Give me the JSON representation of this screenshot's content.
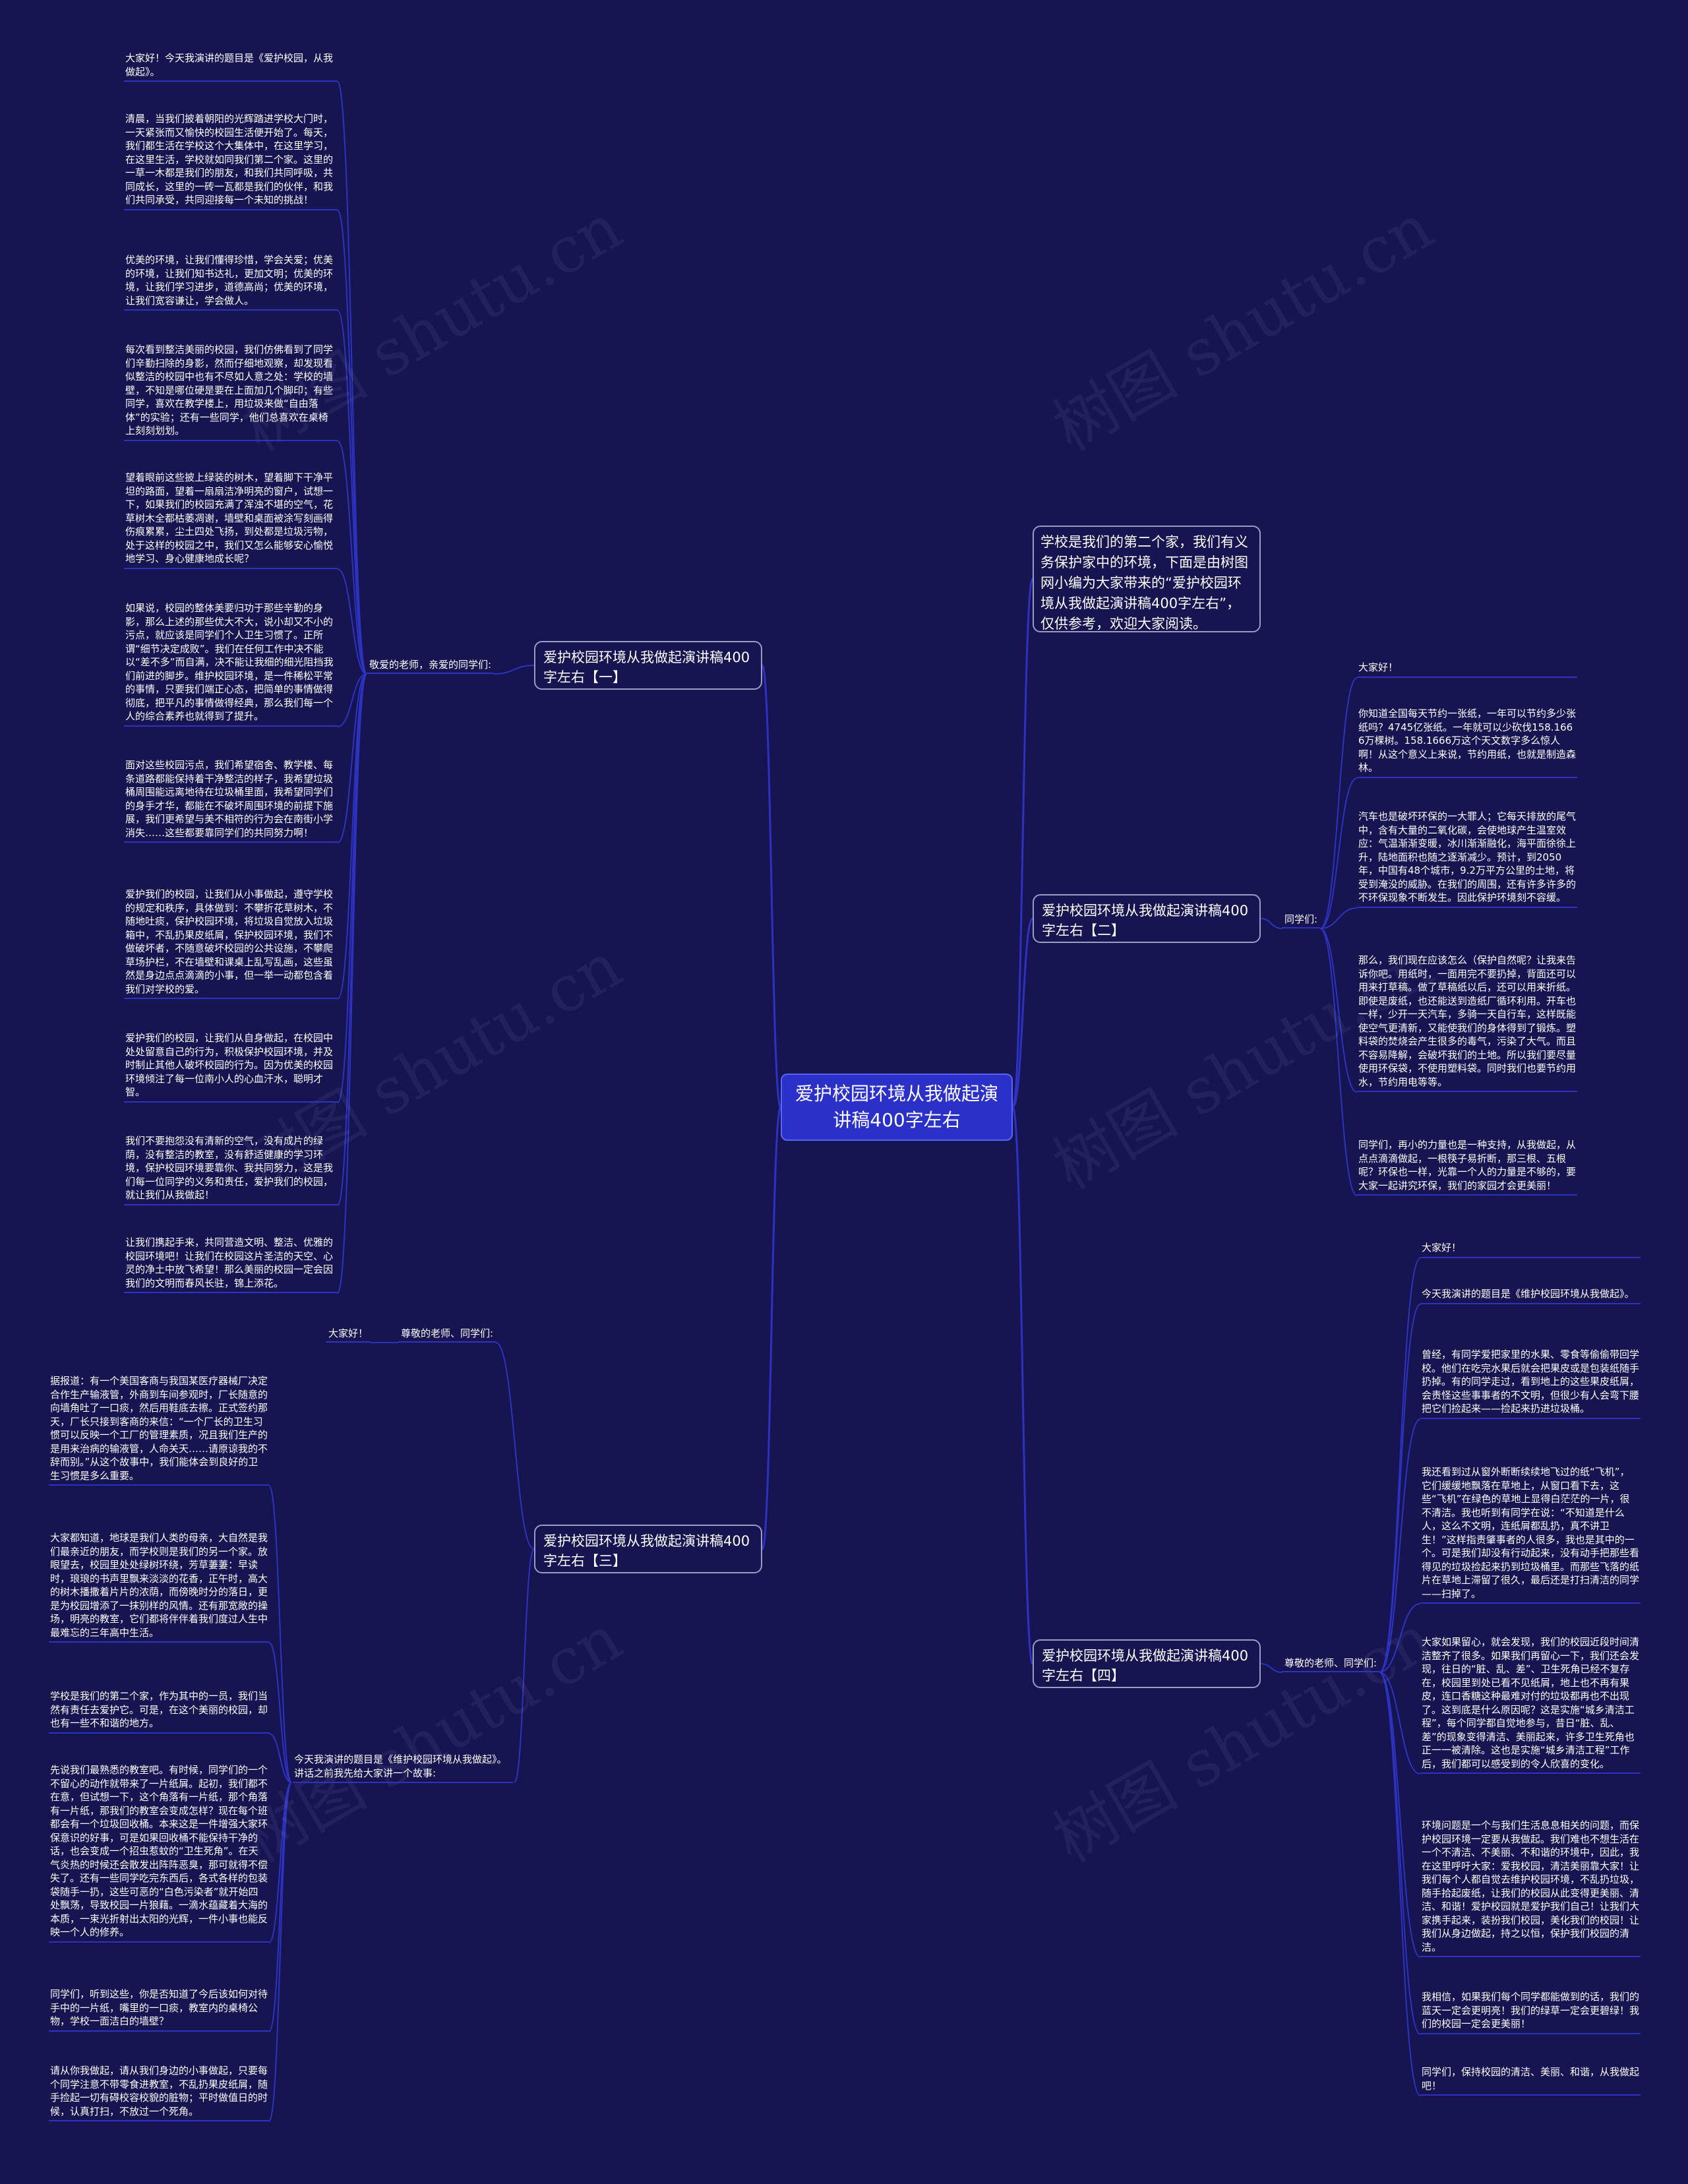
{
  "root": "爱护校园环境从我做起演讲稿400字左右",
  "intro": "学校是我们的第二个家，我们有义务保护家中的环境，下面是由树图网小编为大家带来的“爱护校园环境从我做起演讲稿400字左右”，仅供参考，欢迎大家阅读。",
  "watermark": "树图 shutu.cn",
  "branch1": {
    "title": "爱护校园环境从我做起演讲稿400字左右【一】",
    "label": "敬爱的老师，亲爱的同学们:",
    "leaves": [
      "大家好！今天我演讲的题目是《爱护校园，从我做起》。",
      "清晨，当我们披着朝阳的光辉踏进学校大门时，一天紧张而又愉快的校园生活便开始了。每天，我们都生活在学校这个大集体中，在这里学习，在这里生活，学校就如同我们第二个家。这里的一草一木都是我们的朋友，和我们共同呼吸，共同成长，这里的一砖一瓦都是我们的伙伴，和我们共同承受，共同迎接每一个未知的挑战！",
      "优美的环境，让我们懂得珍惜，学会关爱；优美的环境，让我们知书达礼，更加文明；优美的环境，让我们学习进步，道德高尚；优美的环境，让我们宽容谦让，学会做人。",
      "每次看到整洁美丽的校园，我们仿佛看到了同学们辛勤扫除的身影，然而仔细地观察，却发现看似整洁的校园中也有不尽如人意之处：学校的墙壁，不知是哪位硬是要在上面加几个脚印；有些同学，喜欢在教学楼上，用垃圾来做“自由落体”的实验；还有一些同学，他们总喜欢在桌椅上刻刻划划。",
      "望着眼前这些披上绿装的树木，望着脚下干净平坦的路面，望着一扇扇洁净明亮的窗户，试想一下，如果我们的校园充满了浑浊不堪的空气，花草树木全都枯萎凋谢，墙壁和桌面被涂写刻画得伤痕累累，尘土四处飞扬，到处都是垃圾污物，处于这样的校园之中，我们又怎么能够安心愉悦地学习、身心健康地成长呢？",
      "如果说，校园的整体美要归功于那些辛勤的身影，那么上述的那些优大不大，说小却又不小的污点，就应该是同学们个人卫生习惯了。正所谓“细节决定成败”。我们在任何工作中决不能以“差不多”而自满，决不能让我细的细光阻挡我们前进的脚步。维护校园环境，是一件稀松平常的事情，只要我们端正心态，把简单的事情做得彻底，把平凡的事情做得经典，那么我们每一个人的综合素养也就得到了提升。",
      "面对这些校园污点，我们希望宿舍、教学楼、每条道路都能保持着干净整洁的样子，我希望垃圾桶周围能远离地待在垃圾桶里面，我希望同学们的身手才华，都能在不破坏周围环境的前提下施展，我们更希望与美不相符的行为会在南街小学消失……这些都要靠同学们的共同努力啊！",
      "爱护我们的校园，让我们从小事做起，遵守学校的规定和秩序，具体做到：不攀折花草树木，不随地吐痰，保护校园环境，将垃圾自觉放入垃圾箱中，不乱扔果皮纸屑，保护校园环境，我们不做破坏者，不随意破坏校园的公共设施，不攀爬草场护栏，不在墙壁和课桌上乱写乱画，这些虽然是身边点点滴滴的小事，但一举一动都包含着我们对学校的爱。",
      "爱护我们的校园，让我们从自身做起，在校园中处处留意自己的行为，积极保护校园环境，并及时制止其他人破坏校园的行为。因为优美的校园环境倾注了每一位南小人的心血汗水，聪明才智。",
      "我们不要抱怨没有清新的空气，没有成片的绿荫，没有整洁的教室，没有舒适健康的学习环境，保护校园环境要靠你、我共同努力，这是我们每一位同学的义务和责任，爱护我们的校园，就让我们从我做起！",
      "让我们携起手来，共同营造文明、整洁、优雅的校园环境吧！让我们在校园这片圣洁的天空、心灵的净土中放飞希望！那么美丽的校园一定会因我们的文明而春风长驻，锦上添花。"
    ]
  },
  "branch2": {
    "title": "爱护校园环境从我做起演讲稿400字左右【二】",
    "label": "同学们:",
    "leaves": [
      "大家好！",
      "你知道全国每天节约一张纸，一年可以节约多少张纸吗？4745亿张纸。一年就可以少砍伐158.1666万棵树。158.1666万这个天文数字多么惊人啊！从这个意义上来说，节约用纸，也就是制造森林。",
      "汽车也是破坏环保的一大罪人；它每天排放的尾气中，含有大量的二氧化碳，会使地球产生温室效应：气温渐渐变暖，冰川渐渐融化，海平面徐徐上升，陆地面积也随之逐渐减少。预计，到2050年，中国有48个城市，9.2万平方公里的土地，将受到淹没的威胁。在我们的周围，还有许多许多的不环保现象不断发生。因此保护环境刻不容缓。",
      "那么，我们现在应该怎么（保护自然呢？让我来告诉你吧。用纸时，一面用完不要扔掉，背面还可以用来打草稿。做了草稿纸以后，还可以用来折纸。即使是废纸，也还能送到造纸厂循环利用。开车也一样，少开一天汽车，多骑一天自行车，这样既能使空气更清新，又能使我们的身体得到了锻炼。塑料袋的焚烧会产生很多的毒气，污染了大气。而且不容易降解，会破坏我们的土地。所以我们要尽量使用环保袋，不使用塑料袋。同时我们也要节约用水，节约用电等等。",
      "同学们，再小的力量也是一种支持，从我做起，从点点滴滴做起，一根筷子易折断，那三根、五根呢？环保也一样，光靠一个人的力量是不够的，要大家一起讲究环保，我们的家园才会更美丽！"
    ]
  },
  "branch3": {
    "title": "爱护校园环境从我做起演讲稿400字左右【三】",
    "label1": "尊敬的老师、同学们:",
    "label1_child": "大家好！",
    "label2": "今天我演讲的题目是《维护校园环境从我做起》。讲话之前我先给大家讲一个故事:",
    "leaves": [
      "据报道：有一个美国客商与我国某医疗器械厂决定合作生产输液管，外商到车间参观时，厂长随意的向墙角吐了一口痰，然后用鞋底去擦。正式签约那天，厂长只接到客商的来信：“一个厂长的卫生习惯可以反映一个工厂的管理素质，况且我们生产的是用来治病的输液管，人命关天……请原谅我的不辞而别。”从这个故事中，我们能体会到良好的卫生习惯是多么重要。",
      "大家都知道，地球是我们人类的母亲，大自然是我们最亲近的朋友，而学校则是我们的另一个家。放眼望去，校园里处处绿树环绕，芳草萋萋：早读时，琅琅的书声里飘来淡淡的花香，正午时，高大的树木播撒着片片的浓荫，而傍晚时分的落日，更是为校园增添了一抹别样的风情。还有那宽敞的操场，明亮的教室，它们都将伴伴着我们度过人生中最难忘的三年高中生活。",
      "学校是我们的第二个家，作为其中的一员，我们当然有责任去爱护它。可是，在这个美丽的校园，却也有一些不和谐的地方。",
      "先说我们最熟悉的教室吧。有时候，同学们的一个不留心的动作就带来了一片纸屑。起初，我们都不在意，但试想一下，这个角落有一片纸，那个角落有一片纸，那我们的教室会变成怎样？现在每个班都会有一个垃圾回收桶。本来这是一件增强大家环保意识的好事，可是如果回收桶不能保持干净的话，也会变成一个招虫惹蚊的“卫生死角”。在天气炎热的时候还会散发出阵阵恶臭，那可就得不偿失了。还有一些同学吃完东西后，各式各样的包装袋随手一扔，这些可恶的“白色污染者”就开始四处飘荡，导致校园一片狼藉。一滴水蕴藏着大海的本质，一束光折射出太阳的光辉，一件小事也能反映一个人的修养。",
      "同学们，听到这些，你是否知道了今后该如何对待手中的一片纸，嘴里的一口痰，教室内的桌椅公物，学校一面洁白的墙壁？",
      "请从你我做起，请从我们身边的小事做起，只要每个同学注意不带零食进教室，不乱扔果皮纸屑，随手捡起一切有碍校容校貌的脏物；平时做值日的时候，认真打扫，不放过一个死角。"
    ]
  },
  "branch4": {
    "title": "爱护校园环境从我做起演讲稿400字左右【四】",
    "label": "尊敬的老师、同学们:",
    "leaves": [
      "大家好！",
      "今天我演讲的题目是《维护校园环境从我做起》。",
      "曾经，有同学爱把家里的水果、零食等偷偷带回学校。他们在吃完水果后就会把果皮或是包装纸随手扔掉。有的同学走过，看到地上的这些果皮纸屑，会责怪这些事事者的不文明，但很少有人会弯下腰把它们捡起来——捡起来扔进垃圾桶。",
      "我还看到过从窗外断断续续地飞过的纸“飞机”，它们缓缓地飘落在草地上，从窗口看下去，这些“飞机”在绿色的草地上显得白茫茫的一片，很不清洁。我也听到有同学在说：“不知道是什么人，这么不文明，连纸屑都乱扔，真不讲卫生！”这样指责肇事者的人很多，我也是其中的一个。可是我们却没有行动起来，没有动手把那些看得见的垃圾捡起来扔到垃圾桶里。而那些飞落的纸片在草地上滞留了很久，最后还是打扫清洁的同学——扫掉了。",
      "大家如果留心，就会发现，我们的校园近段时间清洁整齐了很多。如果我们再留心一下，我们还会发现，往日的“脏、乱、差”、卫生死角已经不复存在，校园里到处已看不见纸屑，地上也不再有果皮，连口香糖这种最难对付的垃圾都再也不出现了。这到底是什么原因呢？这是实施“城乡清洁工程”，每个同学都自觉地参与，昔日“脏、乱、差”的现象变得清洁、美丽起来，许多卫生死角也正一一被清除。这也是实施“城乡清洁工程”工作后，我们都可以感受到的令人欣喜的变化。",
      "环境问题是一个与我们生活息息相关的问题，而保护校园环境一定要从我做起。我们难也不想生活在一个不清洁、不美丽、不和谐的环境中，因此，我在这里呼吁大家：爱我校园，清洁美丽靠大家！让我们每个人都自觉去维护校园环境，不乱扔垃圾，随手拾起废纸，让我们的校园从此变得更美丽、清洁、和谐！爱护校园就是爱护我们自己！让我们大家携手起来，装扮我们校园，美化我们的校园！让我们从身边做起，持之以恒，保护我们校园的清洁。",
      "我相信，如果我们每个同学都能做到的话，我们的蓝天一定会更明亮！我们的绿草一定会更碧绿！我们的校园一定会更美丽！",
      "同学们，保持校园的清洁、美丽、和谐，从我做起吧！"
    ]
  }
}
